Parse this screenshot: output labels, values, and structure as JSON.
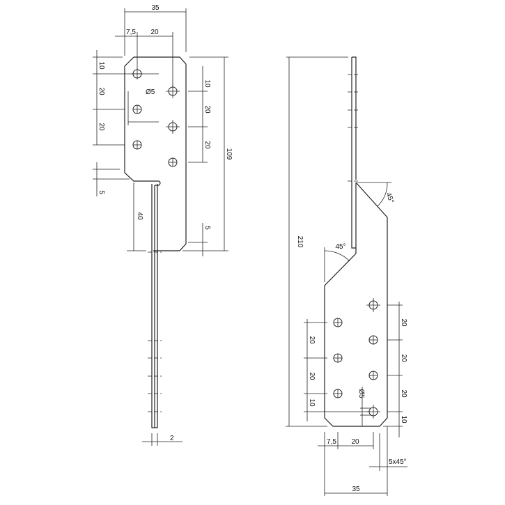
{
  "drawing": {
    "title": "Angle bracket with strap - technical drawing",
    "units": "mm",
    "left_view": {
      "dims": {
        "top_width": "35",
        "edge_offset": "7,5",
        "hole_spacing_x": "20",
        "left_top": "10",
        "left_pitch_1": "20",
        "left_pitch_2": "20",
        "left_bottom_gap": "5",
        "right_top": "10",
        "right_pitch_1": "20",
        "right_pitch_2": "20",
        "right_bottom": "5",
        "total_height": "109",
        "strap_offset": "40",
        "hole_dia": "Ø5",
        "strap_thickness": "2"
      }
    },
    "right_view": {
      "dims": {
        "total_height": "210",
        "angle_top": "45°",
        "angle_mid": "45°",
        "left_pitch_1": "20",
        "left_pitch_2": "20",
        "left_bottom": "10",
        "right_pitch_1": "20",
        "right_pitch_2": "20",
        "right_pitch_3": "20",
        "right_bottom": "10",
        "hole_dia": "Ø5",
        "edge_offset": "7,5",
        "hole_spacing_x": "20",
        "chamfer": "5x45°",
        "bottom_width": "35"
      }
    }
  }
}
